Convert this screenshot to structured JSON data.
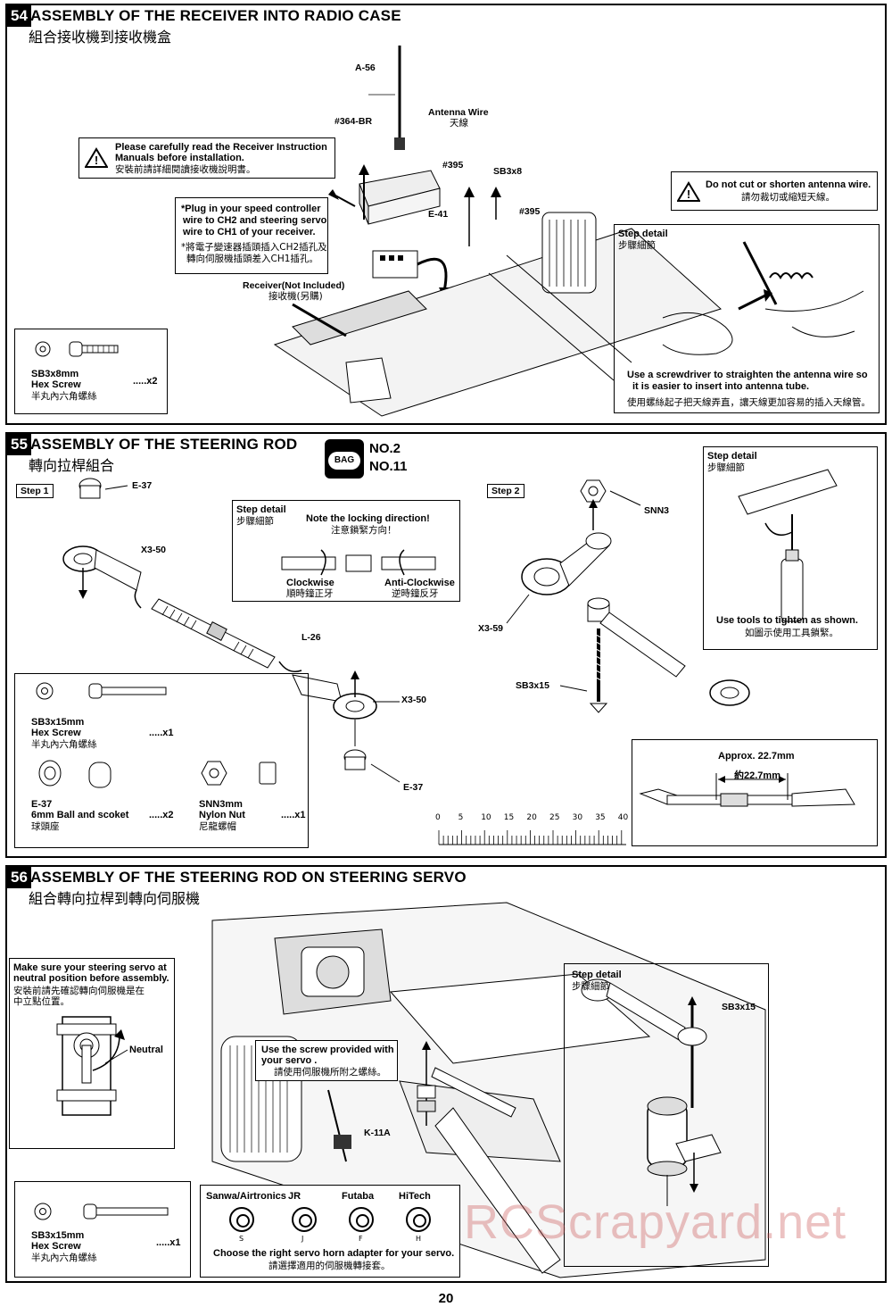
{
  "page_number": "20",
  "watermark": "RCScrapyard.net",
  "s54": {
    "num": "54",
    "title": "ASSEMBLY OF THE RECEIVER INTO RADIO CASE",
    "title_cn": "組合接收機到接收機盒",
    "warn1_en1": "Please carefully read the Receiver Instruction",
    "warn1_en2": "Manuals before installation.",
    "warn1_cn": "安裝前請詳細閱讀接收機說明書。",
    "plug_en1": "*Plug in your speed controller",
    "plug_en2": "wire to CH2  and steering servo",
    "plug_en3": "wire to CH1 of your receiver.",
    "plug_cn1": "*將電子變速器插頭插入CH2插孔及",
    "plug_cn2": "轉向伺服機插頭差入CH1插孔。",
    "label_a56": "A-56",
    "label_364br": "#364-BR",
    "label_antenna": "Antenna Wire",
    "label_antenna_cn": "天線",
    "label_395a": "#395",
    "label_sb3x8": "SB3x8",
    "label_e41": "E-41",
    "label_395b": "#395",
    "label_receiver": "Receiver(Not Included)",
    "label_receiver_cn": "接收機(另購)",
    "warn2_en": "Do not cut or shorten antenna wire.",
    "warn2_cn": "請勿裁切或縮短天線。",
    "step_detail": "Step detail",
    "step_detail_cn": "步驟細節",
    "step_note_en1": "Use a screwdriver to straighten the antenna wire so",
    "step_note_en2": "it is easier to insert into antenna tube.",
    "step_note_cn": "使用螺絲起子把天線弄直，讓天線更加容易的插入天線管。",
    "parts": {
      "name": "SB3x8mm",
      "desc": "Hex Screw",
      "cn": "半丸內六角螺絲",
      "qty": ".....x2"
    }
  },
  "s55": {
    "num": "55",
    "title": "ASSEMBLY OF THE STEERING ROD",
    "title_cn": "轉向拉桿組合",
    "bag_icon_text": "BAG",
    "bag1": "NO.2",
    "bag2": "NO.11",
    "step1": "Step 1",
    "step2": "Step 2",
    "label_e37a": "E-37",
    "label_x350a": "X3-50",
    "label_l26": "L-26",
    "label_x350b": "X3-50",
    "label_e37b": "E-37",
    "detail_title": "Step detail",
    "detail_title_cn": "步驟細節",
    "locking_en": "Note the locking direction!",
    "locking_cn": "注意鎖緊方向！",
    "clockwise": "Clockwise",
    "clockwise_cn": "順時鐘正牙",
    "anticlockwise": "Anti-Clockwise",
    "anticlockwise_cn": "逆時鐘反牙",
    "label_snn3": "SNN3",
    "label_x359": "X3-59",
    "label_sb3x15": "SB3x15",
    "detail2_title": "Step detail",
    "detail2_title_cn": "步驟細節",
    "tool_en": "Use tools to tighten as shown.",
    "tool_cn": "如圖示使用工具鎖緊。",
    "approx": "Approx. 22.7mm",
    "approx_cn": "約22.7mm",
    "ruler": [
      "0",
      "5",
      "10",
      "15",
      "20",
      "25",
      "30",
      "35",
      "40"
    ],
    "parts": [
      {
        "name": "SB3x15mm",
        "desc": "Hex Screw",
        "cn": "半丸內六角螺絲",
        "qty": ".....x1"
      },
      {
        "name": "E-37",
        "desc": "6mm Ball and scoket",
        "cn": "球頭座",
        "qty": ".....x2"
      },
      {
        "name": "SNN3mm",
        "desc": "Nylon Nut",
        "cn": "尼龍螺帽",
        "qty": ".....x1"
      }
    ]
  },
  "s56": {
    "num": "56",
    "title": "ASSEMBLY OF THE STEERING ROD ON STEERING SERVO",
    "title_cn": "組合轉向拉桿到轉向伺服機",
    "servo_en1": "Make sure your steering servo at",
    "servo_en2": "neutral position before assembly.",
    "servo_cn1": "安裝前請先確認轉向伺服機是在",
    "servo_cn2": "中立點位置。",
    "neutral": "Neutral",
    "screw_en1": "Use the screw provided with",
    "screw_en2": "your servo .",
    "screw_cn": "請使用伺服機所附之螺絲。",
    "label_k11a": "K-11A",
    "detail_title": "Step detail",
    "detail_title_cn": "步驟細節",
    "label_sb3x15": "SB3x15",
    "parts": {
      "name": "SB3x15mm",
      "desc": "Hex Screw",
      "cn": "半丸內六角螺絲",
      "qty": ".....x1"
    },
    "brands": [
      {
        "name": "Sanwa/Airtronics",
        "letter": "S"
      },
      {
        "name": "JR",
        "letter": "J"
      },
      {
        "name": "Futaba",
        "letter": "F"
      },
      {
        "name": "HiTech",
        "letter": "H"
      }
    ],
    "horn_en": "Choose the right servo horn adapter for your servo.",
    "horn_cn": "請選擇適用的伺服機轉接套。"
  }
}
